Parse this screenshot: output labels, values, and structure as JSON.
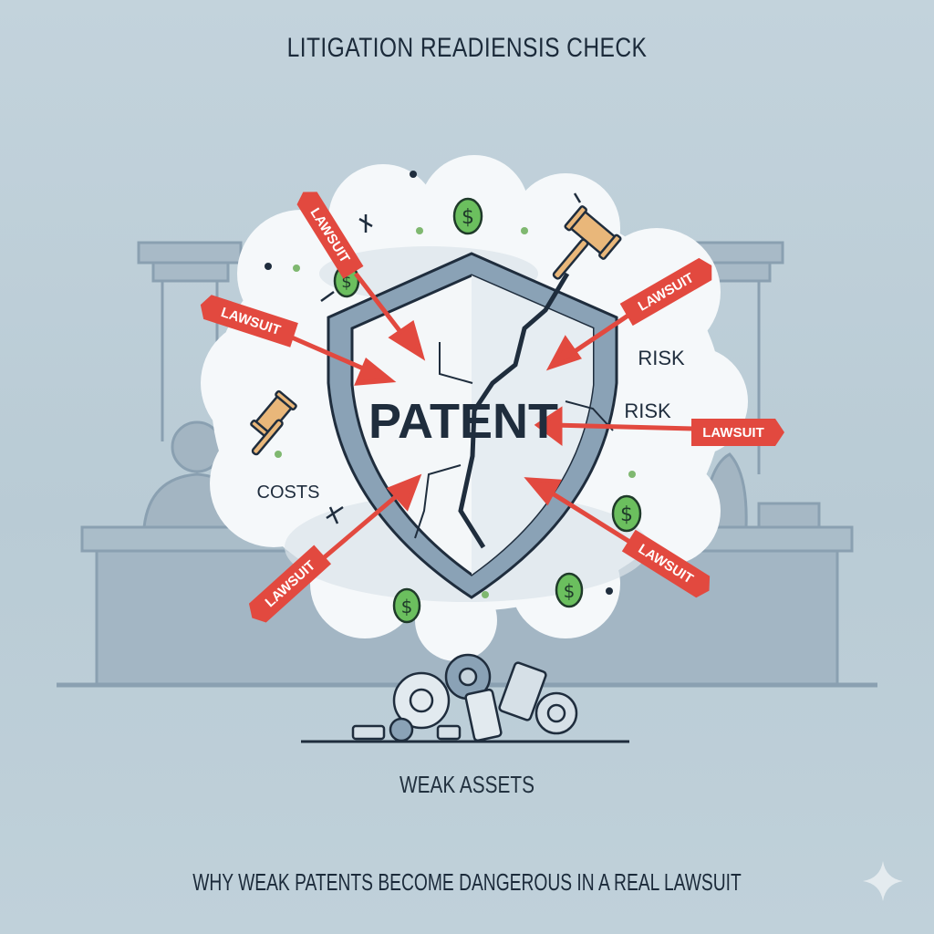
{
  "title": "LITIGATION READIENSIS CHECK",
  "subtitle": "WHY WEAK PATENTS BECOME DANGEROUS IN A REAL LAWSUIT",
  "center": {
    "shield_label": "PATENT"
  },
  "labels": {
    "risk_1": "RISK",
    "risk_2": "RISK",
    "costs": "COSTS",
    "weak_assets": "WEAK ASSETS"
  },
  "lawsuit_banners": [
    {
      "label": "LAWSUIT",
      "position": "top-left-upper"
    },
    {
      "label": "LAWSUIT",
      "position": "left"
    },
    {
      "label": "LAWSUIT",
      "position": "top-right"
    },
    {
      "label": "LAWSUIT",
      "position": "right"
    },
    {
      "label": "LAWSUIT",
      "position": "bottom-left"
    },
    {
      "label": "LAWSUIT",
      "position": "bottom-right"
    }
  ],
  "icons": [
    "gavel-icon",
    "gavel-icon",
    "dollar-icon",
    "dollar-icon",
    "dollar-icon",
    "dollar-icon",
    "dollar-icon",
    "gear-icon",
    "sparkle-icon"
  ],
  "colors": {
    "background": "#bfd0d9",
    "ink": "#1b2a3a",
    "lawsuit_red": "#e2493f",
    "shield_steel": "#7f96ab",
    "dollar_green": "#6bbf5e",
    "gavel_tan": "#e9b77a",
    "courtroom": "#a3b6c4"
  }
}
